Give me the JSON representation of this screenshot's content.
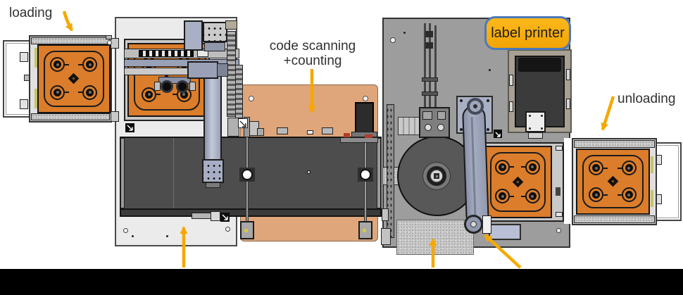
{
  "diagram": {
    "labels": {
      "loading": "loading",
      "scanning_line1": "code scanning",
      "scanning_line2": "+counting",
      "printer": "label printer",
      "unloading": "unloading"
    },
    "colors": {
      "annotation_accent": "#F6A800",
      "tray_orange": "#DB7D2B",
      "scan_panel_tan": "#DFA67B",
      "station_light": "#EBEBEB",
      "station_dark": "#9D9D9D",
      "conveyor_dark": "#4D4D4D",
      "badge_fill": "#F7AD0E",
      "badge_border": "#4B79BC",
      "machine_blue_gray": "#A7AEC2"
    }
  }
}
